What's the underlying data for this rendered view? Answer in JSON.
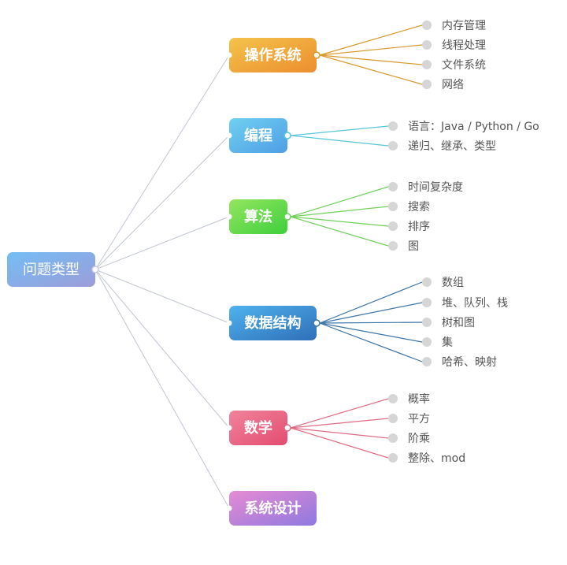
{
  "root": {
    "label": "问题类型",
    "colors": [
      "#74bdf5",
      "#9c9dd9"
    ]
  },
  "branches": [
    {
      "label": "操作系统",
      "colors": [
        "#f4c34b",
        "#ec8e2f"
      ],
      "line_color": "#d99a2a",
      "children": [
        "内存管理",
        "线程处理",
        "文件系统",
        "网络"
      ]
    },
    {
      "label": "编程",
      "colors": [
        "#6fd0f1",
        "#4f9ee5"
      ],
      "line_color": "#56c7d8",
      "children": [
        "语言：Java / Python / Go",
        "递归、继承、类型"
      ]
    },
    {
      "label": "算法",
      "colors": [
        "#93e65f",
        "#3fcf3d"
      ],
      "line_color": "#6fd15a",
      "children": [
        "时间复杂度",
        "搜索",
        "排序",
        "图"
      ]
    },
    {
      "label": "数据结构",
      "colors": [
        "#4fb2ee",
        "#2f6fb9"
      ],
      "line_color": "#3c75a8",
      "children": [
        "数组",
        "堆、队列、栈",
        "树和图",
        "集",
        "哈希、映射"
      ]
    },
    {
      "label": "数学",
      "colors": [
        "#f0849c",
        "#e34c70"
      ],
      "line_color": "#e06b84",
      "children": [
        "概率",
        "平方",
        "阶乘",
        "整除、mod"
      ]
    },
    {
      "label": "系统设计",
      "colors": [
        "#e68bd3",
        "#8e79df"
      ],
      "line_color": "#bba3d2",
      "children": []
    }
  ],
  "root_link_color": "#bfc5d2"
}
